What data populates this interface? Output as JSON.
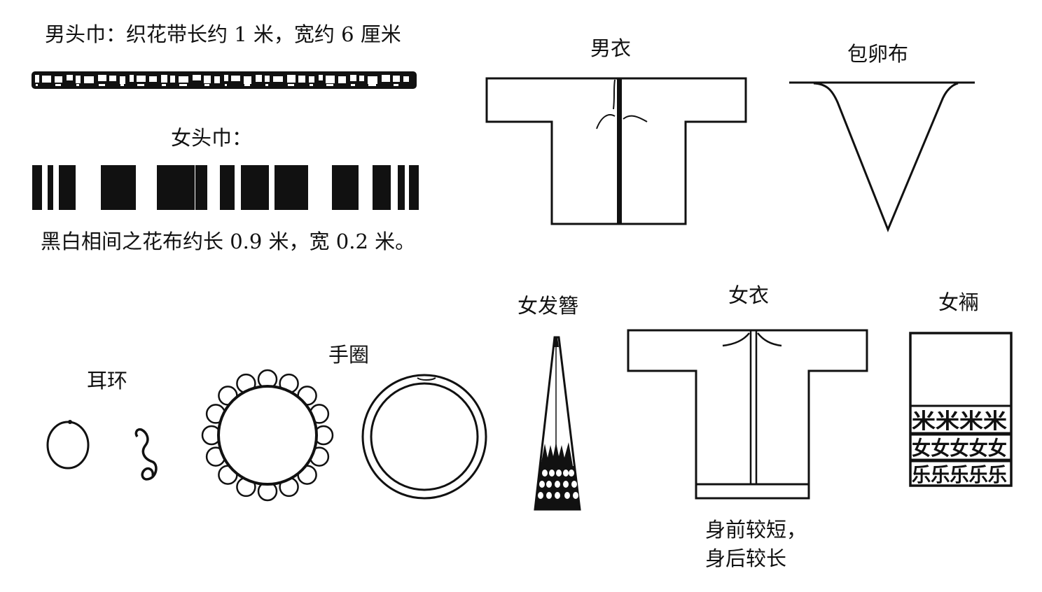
{
  "texts": {
    "men_headscarf": "男头巾：织花带长约 1 米，宽约 6 厘米",
    "women_headscarf": "女头巾：",
    "women_headscarf_desc": "黑白相间之花布约长 0.9 米，宽 0.2 米。",
    "men_jacket": "男衣",
    "egg_cloth": "包卵布",
    "earrings": "耳环",
    "bracelets": "手圈",
    "hairpin": "女发簪",
    "women_jacket": "女衣",
    "women_jacket_note_1": "身前较短，",
    "women_jacket_note_2": "身后较长",
    "women_trousers": "女裲"
  },
  "colors": {
    "ink": "#111111",
    "paper": "#ffffff"
  }
}
